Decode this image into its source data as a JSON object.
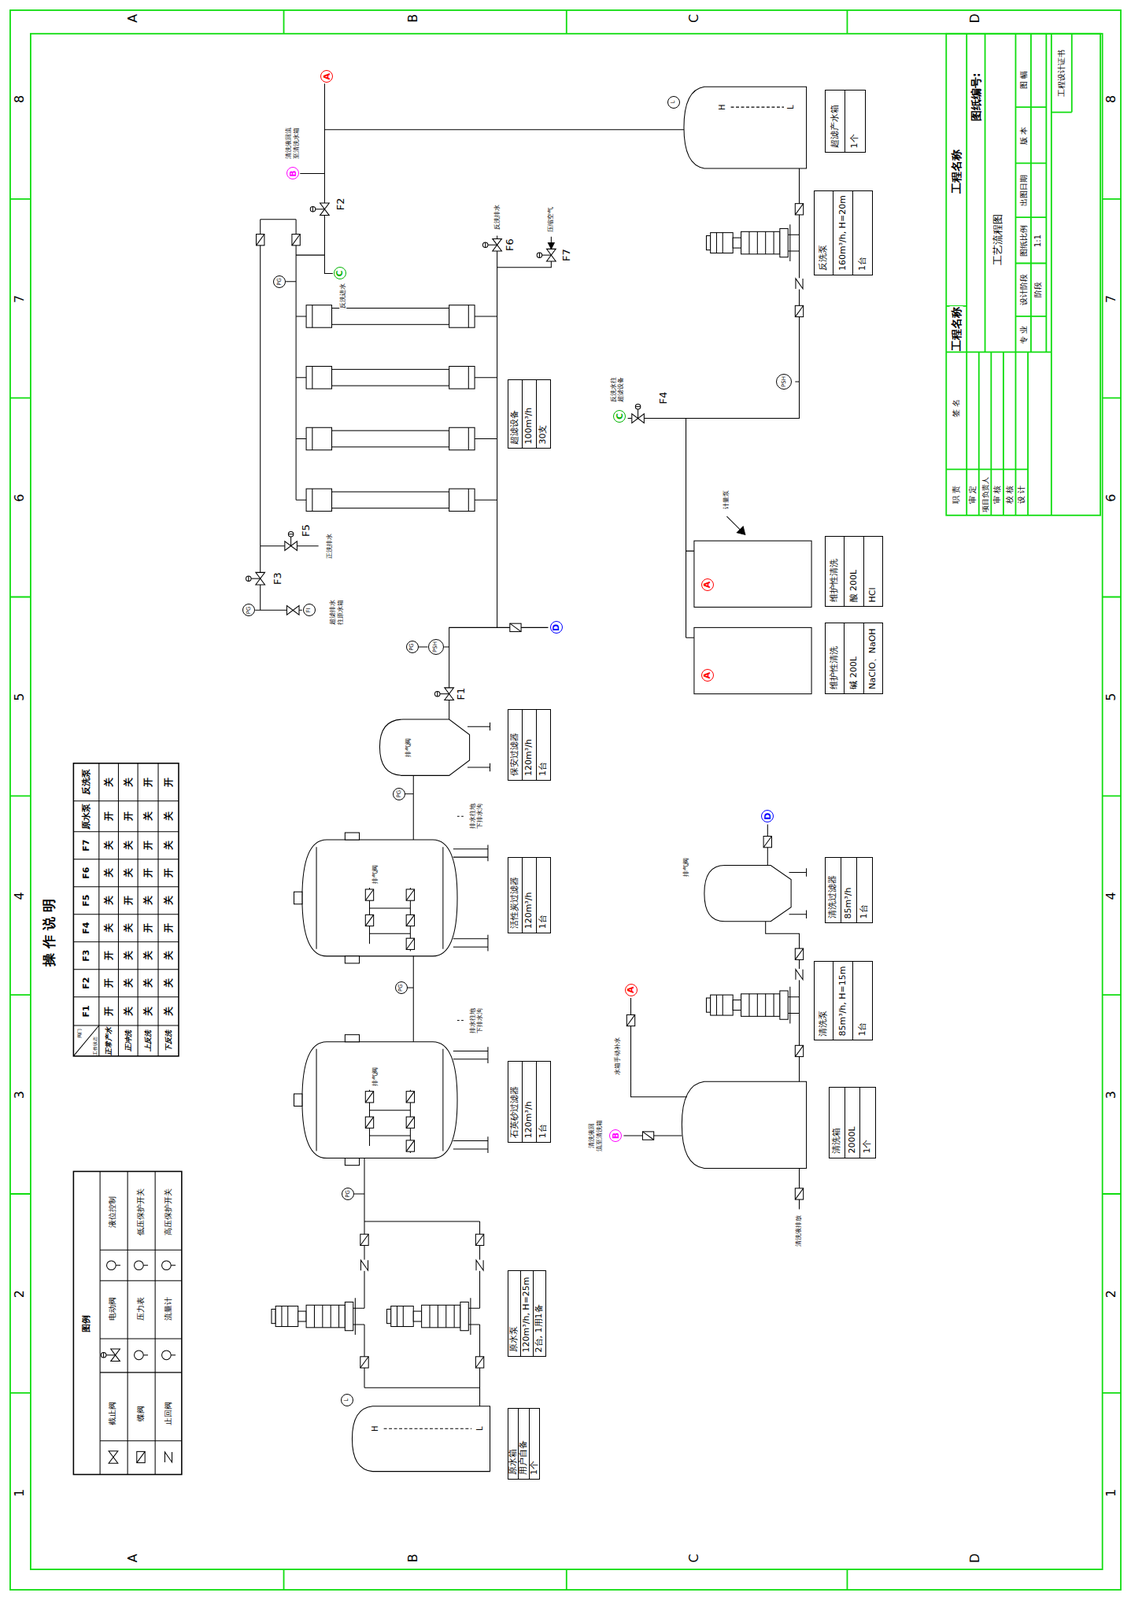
{
  "diagram": {
    "title": "工艺流程图",
    "nodes": [
      {
        "text": [
          "原水箱",
          "用户自备",
          "1个"
        ]
      },
      {
        "text": [
          "原水泵",
          "120m³/h, H=25m",
          "2台, 1用1备"
        ]
      },
      {
        "text": [
          "石英砂过滤器",
          "120m³/h",
          "1台"
        ]
      },
      {
        "text": [
          "活性炭过滤器",
          "120m³/h",
          "1台"
        ]
      },
      {
        "text": [
          "保安过滤器",
          "120m³/h",
          "1台"
        ]
      },
      {
        "text": [
          "超滤设备",
          "100m³/h",
          "30支"
        ]
      },
      {
        "text": [
          "维护性清洗",
          "碱 200L",
          "NaClO、NaOH"
        ]
      },
      {
        "text": [
          "维护性清洗",
          "酸 200L",
          "HCl"
        ]
      },
      {
        "text": [
          "清洗箱",
          "2000L",
          "1个"
        ]
      },
      {
        "text": [
          "清洗泵",
          "85m³/h, H=15m",
          "1台"
        ]
      },
      {
        "text": [
          "清洗过滤器",
          "85m³/h",
          "1台"
        ]
      },
      {
        "text": [
          "反洗泵",
          "160m³/h, H=20m",
          "1台"
        ]
      },
      {
        "text": [
          "超滤产水箱",
          "1个"
        ]
      },
      {
        "text": [
          "A"
        ]
      },
      {
        "text": [
          "B"
        ]
      },
      {
        "text": [
          "C"
        ]
      },
      {
        "text": [
          "C"
        ]
      },
      {
        "text": [
          "D"
        ]
      },
      {
        "text": [
          "A"
        ]
      },
      {
        "text": [
          "A"
        ]
      },
      {
        "text": [
          "D"
        ]
      },
      {
        "text": [
          "A"
        ]
      },
      {
        "text": [
          "B"
        ]
      },
      {
        "text": [
          "L"
        ]
      },
      {
        "text": [
          "PG"
        ]
      },
      {
        "text": [
          "PG"
        ]
      },
      {
        "text": [
          "PG"
        ]
      },
      {
        "text": [
          "PG"
        ]
      },
      {
        "text": [
          "PSH"
        ]
      },
      {
        "text": [
          "PG"
        ]
      },
      {
        "text": [
          "PG"
        ]
      },
      {
        "text": [
          "FI"
        ]
      },
      {
        "text": [
          "PSH"
        ]
      },
      {
        "text": [
          "L"
        ]
      }
    ],
    "labels": [
      "A",
      "B",
      "C",
      "D",
      "A",
      "B",
      "C",
      "D",
      "8",
      "7",
      "6",
      "5",
      "4",
      "3",
      "2",
      "1",
      "8",
      "7",
      "6",
      "5",
      "4",
      "3",
      "2",
      "1",
      "操作说明",
      "阀门",
      "工作状态",
      "F1",
      "F2",
      "F3",
      "F4",
      "F5",
      "F6",
      "F7",
      "原水泵",
      "反洗泵",
      "正常产水",
      "正冲洗",
      "上反洗",
      "下反洗",
      "开",
      "开",
      "开",
      "关",
      "关",
      "关",
      "关",
      "开",
      "关",
      "关",
      "关",
      "关",
      "关",
      "开",
      "关",
      "关",
      "开",
      "关",
      "关",
      "关",
      "关",
      "开",
      "关",
      "开",
      "开",
      "关",
      "开",
      "关",
      "关",
      "关",
      "开",
      "关",
      "开",
      "关",
      "关",
      "开",
      "图例",
      "工程名称",
      "图纸编号:",
      "专 业",
      "设计阶段",
      "图纸比例",
      "出图日期",
      "版 本",
      "图 幅",
      "阶段",
      "1:1",
      "工程设计证书",
      "工程名称",
      "签 名",
      "职 责",
      "审 定",
      "项目负责人",
      "审 核",
      "校 核",
      "设 计",
      "F1",
      "F2",
      "F3",
      "F4",
      "F5",
      "F6",
      "F7",
      "排气阀",
      "排气阀",
      "排气阀",
      "排气阀",
      "排水往地 下排水沟",
      "排水往地 下排水沟",
      "正洗排水",
      "超滤排水 往原水箱",
      "清洗液回流 至清洗水箱",
      "反洗进水",
      "反洗排水",
      "压缩空气",
      "反洗水往 超滤设备",
      "计量泵",
      "水箱手动补水",
      "清洗液回 流至清洗箱",
      "清洗液排放",
      "H",
      "L",
      "H",
      "L"
    ],
    "legend": [
      {
        "text": "截止阀"
      },
      {
        "text": "电动阀"
      },
      {
        "text": "液位控制"
      },
      {
        "text": "蝶阀"
      },
      {
        "text": "压力表"
      },
      {
        "text": "低压保护开关"
      },
      {
        "text": "止回阀"
      },
      {
        "text": "流量计"
      },
      {
        "text": "高压保护开关"
      }
    ]
  }
}
